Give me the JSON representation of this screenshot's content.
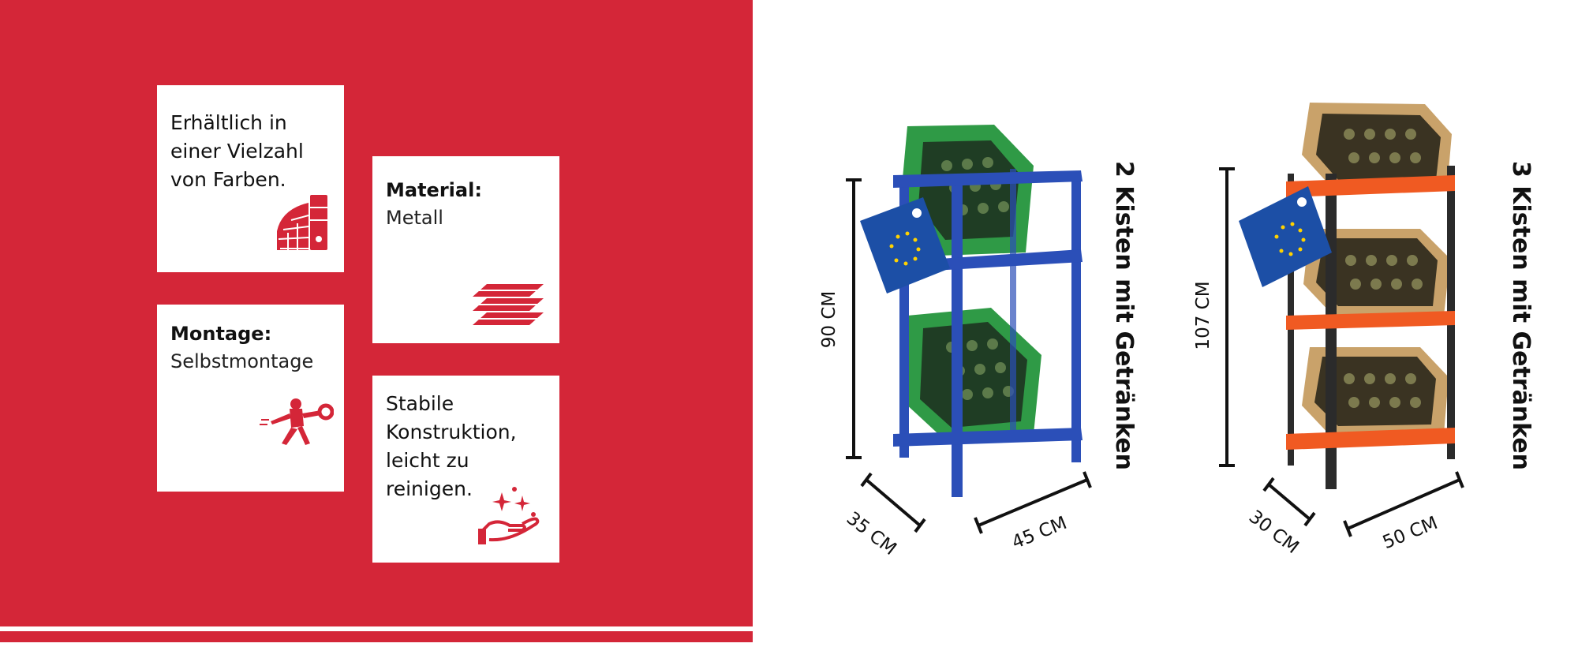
{
  "features": [
    {
      "id": "colors",
      "text": "Erhältlich in\neiner Vielzahl\nvon Farben.",
      "icon": "color-palette-icon"
    },
    {
      "id": "material",
      "heading": "Material:",
      "value": "Metall",
      "icon": "layers-icon"
    },
    {
      "id": "assembly",
      "heading": "Montage:",
      "value": "Selbstmontage",
      "icon": "mechanic-icon"
    },
    {
      "id": "stability",
      "text": "Stabile\nKonstruktion,\nleicht zu\nreinigen.",
      "icon": "sparkle-hand-icon"
    }
  ],
  "products": [
    {
      "title": "2 Kisten mit Getränken",
      "height": "90 CM",
      "depth": "35 CM",
      "width": "45 CM",
      "rack_color": "#2b4fb8",
      "crate_color": "#2f9a46",
      "shelves": 2
    },
    {
      "title": "3 Kisten mit Getränken",
      "height": "107 CM",
      "depth": "30 CM",
      "width": "50 CM",
      "rack_color": "#2b2b2b",
      "crate_color": "#c9a26a",
      "beam_color": "#f05a22",
      "shelves": 3
    }
  ],
  "colors": {
    "brand_red": "#d42638",
    "eu_blue": "#1c4fa6",
    "eu_star": "#ffd200"
  }
}
